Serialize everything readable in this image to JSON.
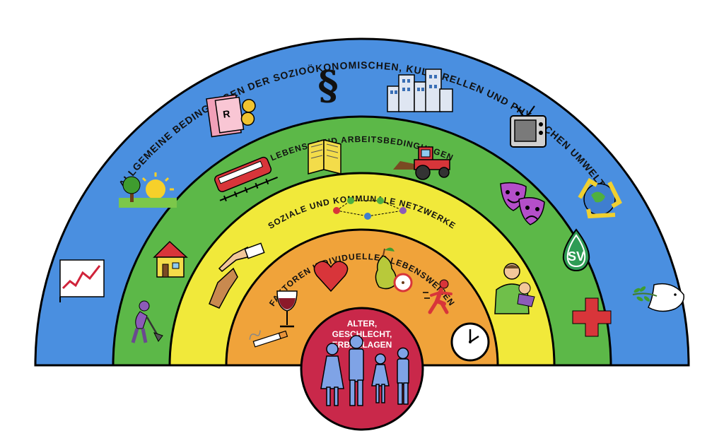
{
  "diagram": {
    "layers": [
      {
        "name": "outer",
        "label": "ALLGEMEINE BEDINGUNGEN DER SOZIOÖKONOMISCHEN, KULTURELLEN UND PHYSISCHEN UMWELT",
        "color": "#4a8fe0"
      },
      {
        "name": "living",
        "label": "LEBENS - UND ARBEITSBEDINGUNGEN",
        "color": "#5cb848"
      },
      {
        "name": "social",
        "label": "SOZIALE UND KOMMUNALE NETZWERKE",
        "color": "#f1e93a"
      },
      {
        "name": "individual",
        "label": "FAKTOREN INDIVIDUELLER LEBENSWEISEN",
        "color": "#f0a33a"
      }
    ],
    "core": {
      "lines": [
        "ALTER,",
        "GESCHLECHT,",
        "ERBANLAGEN"
      ],
      "color": "#c9284a"
    },
    "icons": {
      "outer": [
        "trend-chart-icon",
        "landscape-icon",
        "money-icon",
        "paragraph-icon",
        "city-icon",
        "television-icon",
        "recycling-icon",
        "dove-icon"
      ],
      "living": [
        "worker-icon",
        "house-icon",
        "train-icon",
        "book-icon",
        "tractor-icon",
        "theater-masks-icon",
        "water-drop-icon",
        "red-cross-icon"
      ],
      "social": [
        "handshake-icon",
        "network-icon",
        "family-care-icon"
      ],
      "individual": [
        "cigarette-icon",
        "wine-glass-icon",
        "heart-icon",
        "fruit-icon",
        "runner-icon",
        "clock-icon"
      ],
      "core": [
        "family-icon"
      ]
    }
  }
}
